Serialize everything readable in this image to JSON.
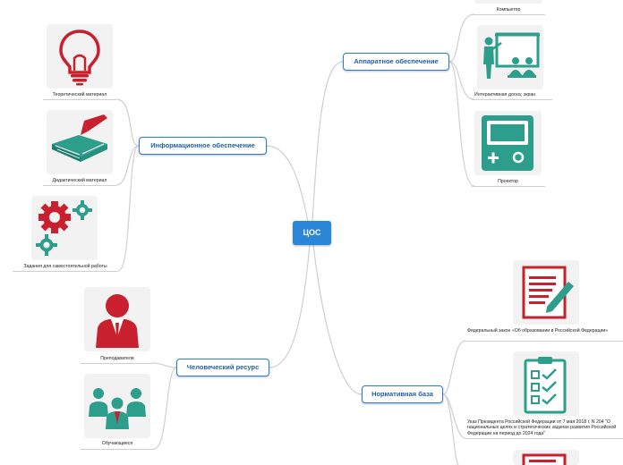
{
  "central": {
    "label": "ЦОС"
  },
  "branches": {
    "hardware": {
      "label": "Аппаратное обеспечение"
    },
    "info": {
      "label": "Информационное обеспечение"
    },
    "human": {
      "label": "Человеческий ресурс"
    },
    "norms": {
      "label": "Нормативная база"
    }
  },
  "items": {
    "computer": {
      "label": "Компьютер",
      "icon": "computer-icon"
    },
    "whiteboard": {
      "label": "Интерактивная доска; экран",
      "icon": "interactive-board-icon"
    },
    "projector": {
      "label": "Проектор",
      "icon": "projector-icon"
    },
    "theory": {
      "label": "Теоретический материал",
      "icon": "lightbulb-icon"
    },
    "didactic": {
      "label": "Дидактический материал",
      "icon": "book-pen-icon"
    },
    "tasks": {
      "label": "Задания для самостоятельной работы",
      "icon": "gears-icon"
    },
    "teachers": {
      "label": "Преподаватели",
      "icon": "teacher-icon"
    },
    "students": {
      "label": "Обучающиеся",
      "icon": "students-group-icon"
    },
    "law": {
      "label": "Федеральный закон «Об образовании в Российской Федерации»",
      "icon": "document-pen-icon"
    },
    "decree": {
      "label": "Указ Президента Российской Федерации от 7 мая 2018 г. N 204 \"О национальных целях и стратегических задачах развития Российской Федерации на период до 2024 года\"",
      "icon": "checklist-icon"
    }
  },
  "colors": {
    "accent": "#2b86d8",
    "branch_border": "#2b7bd0",
    "connector": "#cfcfcf",
    "icon_red": "#c8202f",
    "icon_teal": "#2e9e8c"
  }
}
